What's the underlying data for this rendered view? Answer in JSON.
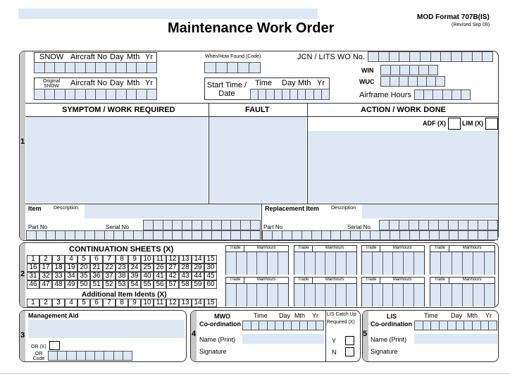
{
  "header": {
    "title": "Maintenance Work Order",
    "format": "MOD Format 707B(IS)",
    "revised": "(Revised Sep 09)"
  },
  "top": {
    "snow": "SNOW",
    "aircraft_no": "Aircraft No",
    "day": "Day",
    "mth": "Mth",
    "yr": "Yr",
    "original_snow": "Original SNOW",
    "when_how_found": "When/How Found (Code)",
    "jcn": "JCN / LITS WO No.",
    "win": "WIN",
    "wuc": "WUC",
    "start_time_date": "Start Time / Date",
    "time": "Time",
    "airframe_hours": "Airframe Hours"
  },
  "section1": {
    "number": "1",
    "symptom": "SYMPTOM / WORK REQUIRED",
    "fault": "FAULT",
    "action": "ACTION / WORK DONE",
    "adf": "ADF (X)",
    "lim": "LIM (X)",
    "item": "Item",
    "description": "Description",
    "replacement_item": "Replacement Item",
    "description2": "Description",
    "part_no": "Part No",
    "serial_no": "Serial No",
    "part_no2": "Part No",
    "serial_no2": "Serial No"
  },
  "section2": {
    "number": "2",
    "continuation": "CONTINUATION SHEETS (X)",
    "numbers": [
      "1",
      "2",
      "3",
      "4",
      "5",
      "6",
      "7",
      "8",
      "9",
      "10",
      "11",
      "12",
      "13",
      "14",
      "15",
      "16",
      "17",
      "18",
      "19",
      "20",
      "21",
      "22",
      "23",
      "24",
      "25",
      "26",
      "27",
      "28",
      "29",
      "30",
      "31",
      "32",
      "33",
      "34",
      "35",
      "36",
      "37",
      "38",
      "39",
      "40",
      "41",
      "42",
      "43",
      "44",
      "45",
      "46",
      "47",
      "48",
      "49",
      "50",
      "51",
      "52",
      "53",
      "54",
      "55",
      "56",
      "57",
      "58",
      "59",
      "60"
    ],
    "additional": "Additional Item Idents (X)",
    "additional_numbers": [
      "1",
      "2",
      "3",
      "4",
      "5",
      "6",
      "7",
      "8",
      "9",
      "10",
      "11",
      "12",
      "13",
      "14",
      "15"
    ],
    "trade": "Trade",
    "manhours": "Manhours"
  },
  "section3": {
    "number": "3",
    "management_aid": "Management Aid",
    "or_x": "OR (X)",
    "or_code": "OR Code"
  },
  "section4": {
    "number": "4",
    "mwo": "MWO",
    "coordination": "Co-ordination",
    "time": "Time",
    "day": "Day",
    "mth": "Mth",
    "yr": "Yr",
    "lis_catch": "LIS Catch Up",
    "required": "Required (X)",
    "y": "Y",
    "n": "N",
    "name_print": "Name (Print)",
    "signature": "Signature"
  },
  "section5": {
    "number": "5",
    "lis": "LIS",
    "coordination": "Co-ordination",
    "time": "Time",
    "day": "Day",
    "mth": "Mth",
    "yr": "Yr",
    "name_print": "Name (Print)",
    "signature": "Signature"
  }
}
